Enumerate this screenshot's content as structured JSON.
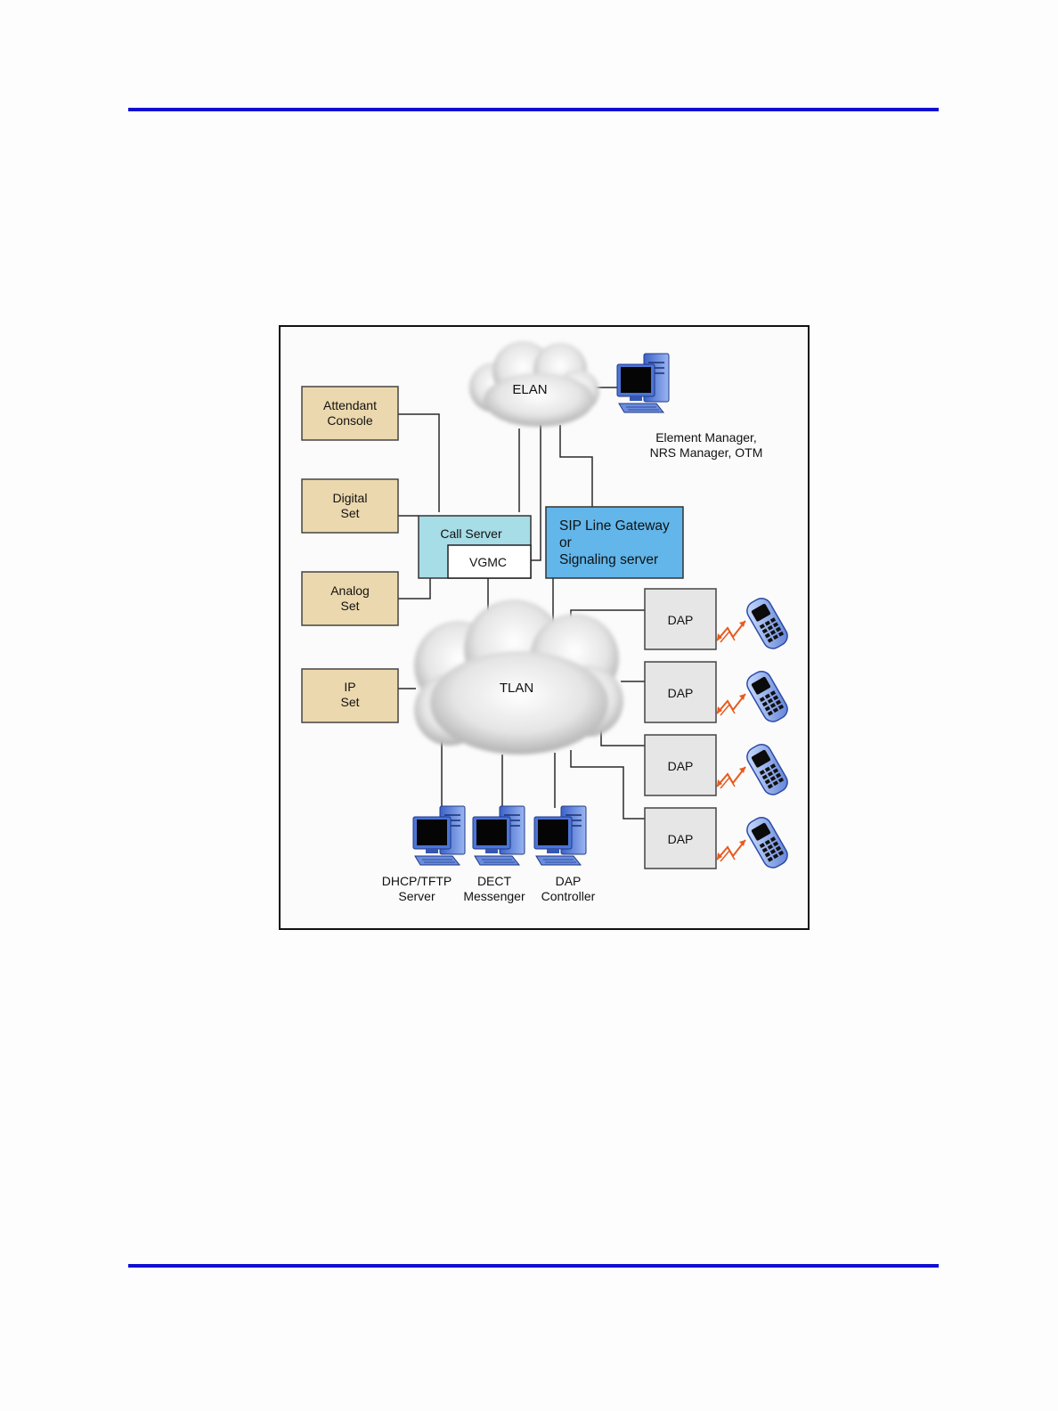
{
  "diagram": {
    "clouds": {
      "elan": "ELAN",
      "tlan": "TLAN"
    },
    "sets": {
      "attendant": [
        "Attendant",
        "Console"
      ],
      "digital": [
        "Digital",
        "Set"
      ],
      "analog": [
        "Analog",
        "Set"
      ],
      "ip": [
        "IP",
        "Set"
      ]
    },
    "call_server": "Call Server",
    "vgmc": "VGMC",
    "sip_gateway": [
      "SIP Line Gateway",
      "or",
      "Signaling server"
    ],
    "element_manager": [
      "Element Manager,",
      "NRS Manager, OTM"
    ],
    "daps": [
      "DAP",
      "DAP",
      "DAP",
      "DAP"
    ],
    "servers": {
      "dhcp": [
        "DHCP/TFTP",
        "Server"
      ],
      "dect": [
        "DECT",
        "Messenger"
      ],
      "dap_controller": [
        "DAP",
        "Controller"
      ]
    }
  },
  "colors": {
    "set_fill": "#ecd8ae",
    "call_server_fill": "#a6dde6",
    "sip_fill": "#62b6ea",
    "dap_fill": "#e6e6e6",
    "rule": "#1010d0",
    "radio_arrow": "#e85a1e"
  },
  "icons": [
    "computer-icon",
    "cell-phone-icon",
    "radio-link-icon",
    "cloud-icon"
  ]
}
